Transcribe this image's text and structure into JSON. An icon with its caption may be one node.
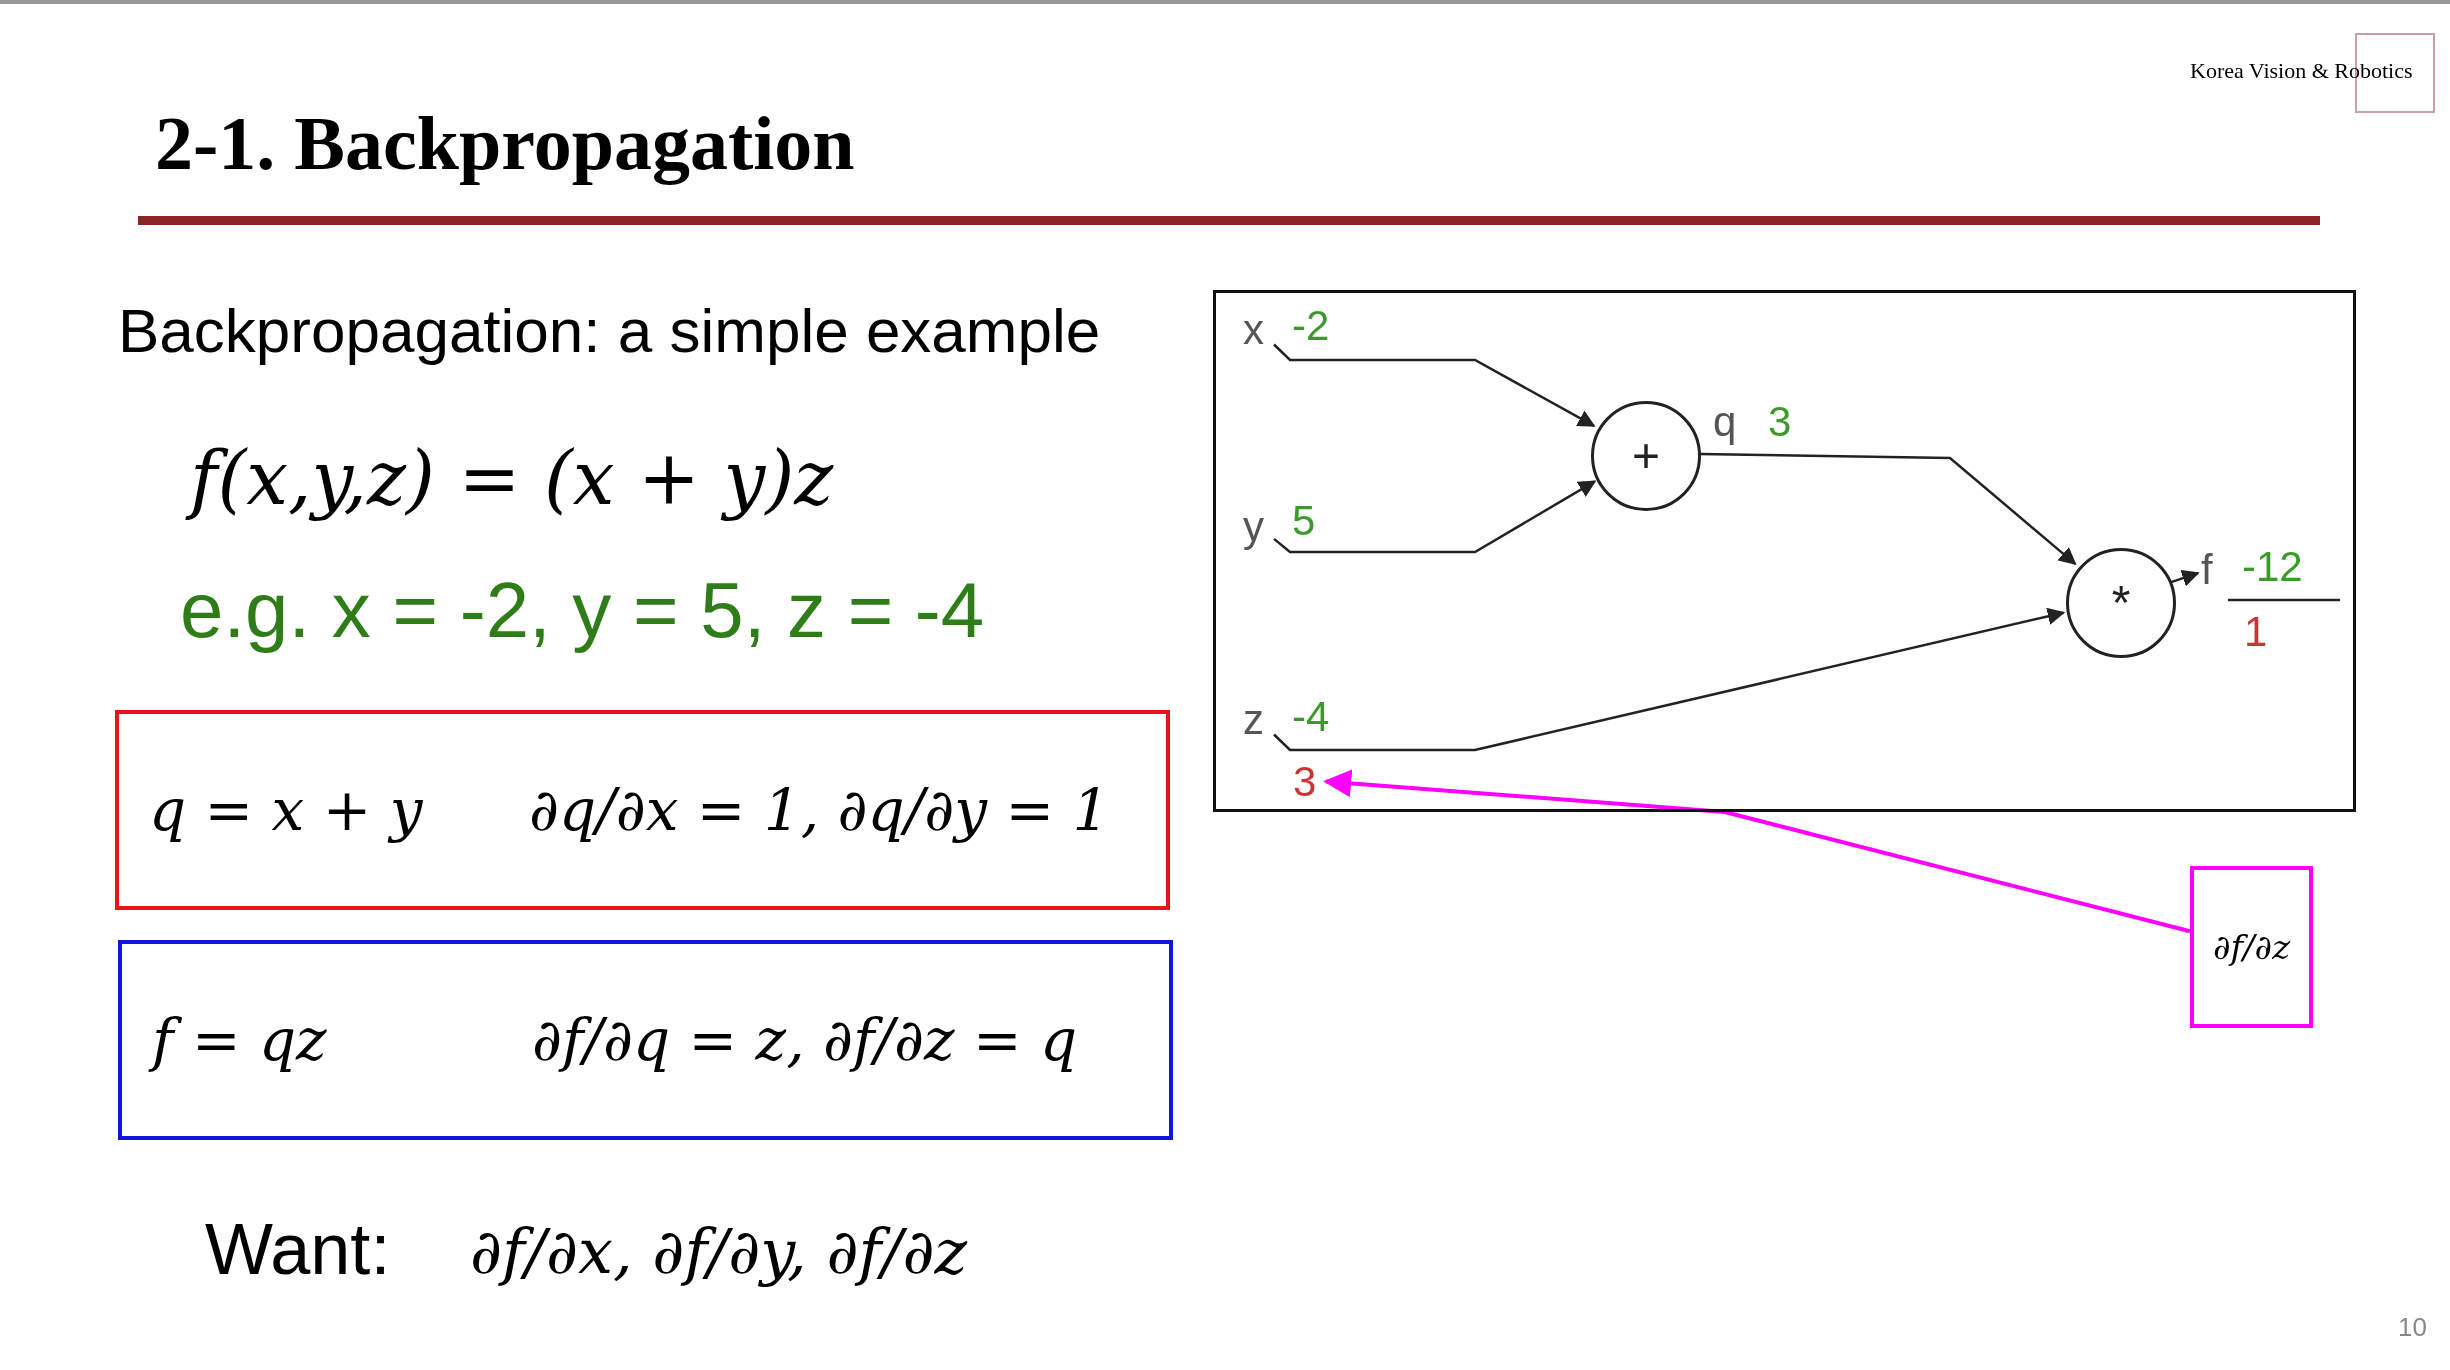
{
  "diagram": {
    "title": "2-1. Backpropagation",
    "nodes": [
      {
        "text": [
          "q = x + y",
          "∂q/∂x = 1, ∂q/∂y = 1"
        ]
      },
      {
        "text": [
          "f = qz",
          "∂f/∂q = z, ∂f/∂z = q"
        ]
      },
      {
        "text": [],
        "shape": "box"
      },
      {
        "text": [
          "x"
        ],
        "beside": [
          "-2"
        ],
        "in": 2
      },
      {
        "text": [
          "+"
        ],
        "in": 2
      },
      {
        "text": [
          "y"
        ],
        "beside": [
          "5"
        ],
        "in": 2
      },
      {
        "text": [
          "*"
        ],
        "in": 2
      },
      {
        "text": [
          "f"
        ],
        "beside": [
          "-12",
          "1"
        ],
        "in": 2
      },
      {
        "text": [
          "z"
        ],
        "beside": [
          "-4"
        ],
        "in": 2
      },
      {
        "text": [
          "3"
        ],
        "in": 2
      },
      {
        "text": [
          "∂f/∂z"
        ]
      }
    ],
    "edges": [
      {
        "from": 3,
        "to": 4,
        "arrow": "to"
      },
      {
        "from": 5,
        "to": 4,
        "arrow": "to"
      },
      {
        "from": 4,
        "to": 6,
        "arrow": "to",
        "label": "q"
      },
      {
        "from": 8,
        "to": 6,
        "arrow": "to"
      },
      {
        "from": 6,
        "to": 7,
        "arrow": "to"
      },
      {
        "from": 10,
        "to": 9,
        "arrow": "to",
        "color": "#ff00ff"
      }
    ],
    "labels": [
      "Korea Vision & Robotics",
      "Backpropagation: a simple example",
      "f(x,y,z) = (x + y)z",
      "e.g. x = -2, y = 5, z = -4",
      "3",
      "Want:",
      "∂f/∂x, ∂f/∂y, ∂f/∂z",
      "10"
    ]
  }
}
